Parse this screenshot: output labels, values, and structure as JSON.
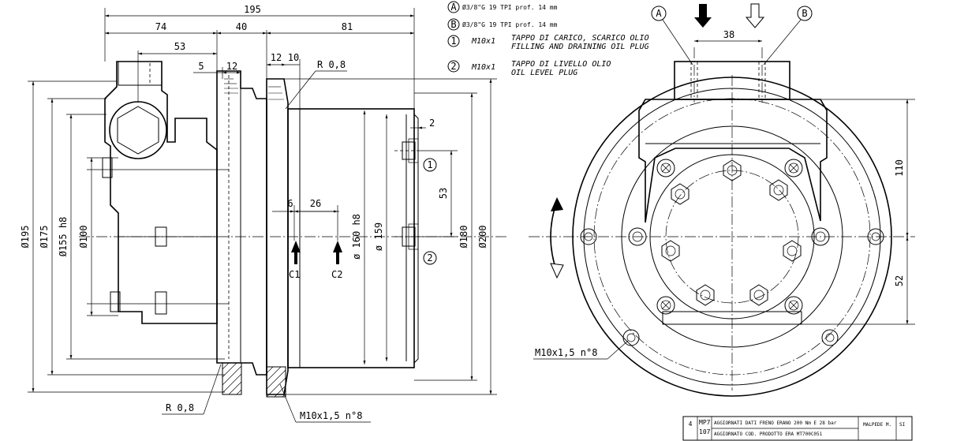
{
  "side_view": {
    "dims": {
      "overall_length": "195",
      "len_74": "74",
      "len_40": "40",
      "len_81": "81",
      "len_53": "53",
      "len_5": "5",
      "len_12a": "12",
      "len_12b": "12",
      "len_10": "10",
      "radius_top": "R 0,8",
      "radius_bottom": "R 0,8",
      "gap_2": "2",
      "pitch_53": "53",
      "len_6": "6",
      "len_26": "26",
      "dia_195": "Ø195",
      "dia_175": "Ø175",
      "dia_155": "Ø155 h8",
      "dia_100": "Ø100",
      "dia_160": "ø 160 h8",
      "dia_159": "ø 159",
      "dia_180": "Ø180",
      "dia_200": "Ø200",
      "thread_bottom": "M10x1,5 n°8"
    },
    "ports": {
      "c1": "C1",
      "c2": "C2",
      "plug1": "1",
      "plug2": "2"
    }
  },
  "front_view": {
    "dims": {
      "width_38": "38",
      "height_110": "110",
      "height_52": "52",
      "thread_label": "M10x1,5 n°8"
    },
    "balloons": {
      "a": "A",
      "b": "B"
    }
  },
  "legend": [
    {
      "symbol": "A",
      "text": "Ø3/8\"G 19 TPI prof. 14 mm",
      "text_en": ""
    },
    {
      "symbol": "B",
      "text": "Ø3/8\"G 19 TPI prof. 14 mm",
      "text_en": ""
    },
    {
      "symbol": "1",
      "code": "M10x1",
      "text": "TAPPO DI CARICO, SCARICO OLIO",
      "text_en": "FILLING AND DRAINING OIL PLUG"
    },
    {
      "symbol": "2",
      "code": "M10x1",
      "text": "TAPPO DI LIVELLO OLIO",
      "text_en": "OIL LEVEL PLUG"
    }
  ],
  "title_block": {
    "rev": "4",
    "code_top": "MP7",
    "code_bottom": "107",
    "line1": "AGGIORNATI DATI FRENO ERANO 200 Nm E 28 bar",
    "line2": "AGGIORNATO COD. PRODOTTO ERA MT700C051",
    "author": "MALPEDE M.",
    "sheet": "SI"
  }
}
